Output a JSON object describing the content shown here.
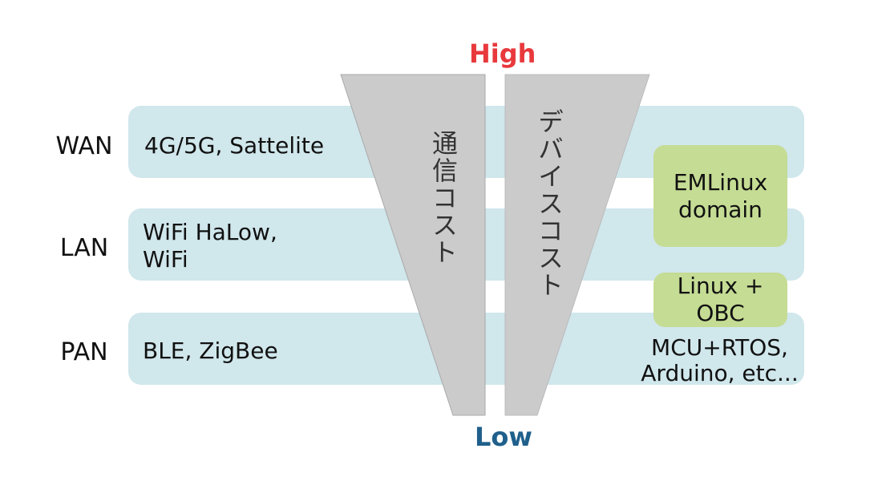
{
  "rows": [
    {
      "label": "WAN",
      "tech": "4G/5G, Sattelite"
    },
    {
      "label": "LAN",
      "tech_line1": "WiFi HaLow,",
      "tech_line2": "WiFi"
    },
    {
      "label": "PAN",
      "tech": "BLE, ZigBee"
    }
  ],
  "axis": {
    "high": "High",
    "low": "Low",
    "high_color": "#e8393d",
    "low_color": "#1f5f8b"
  },
  "cones": {
    "comm_cost": "通信コスト",
    "device_cost": "デバイスコスト"
  },
  "domains": {
    "emlinux_line1": "EMLinux",
    "emlinux_line2": "domain",
    "linux_line1": "Linux +",
    "linux_line2": "OBC",
    "mcu_line1": "MCU+RTOS,",
    "mcu_line2": "Arduino, etc..."
  }
}
